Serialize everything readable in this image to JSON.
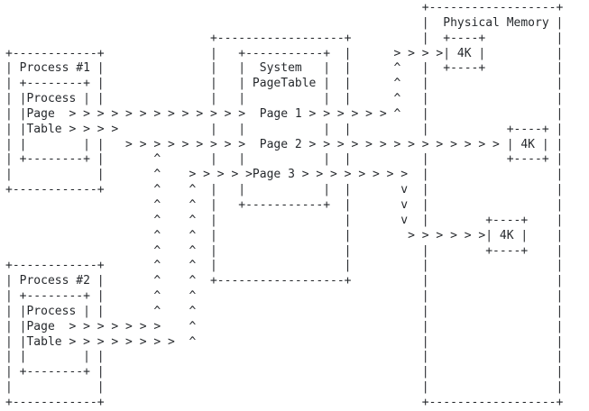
{
  "colors": {
    "text": "#26292d",
    "background": "#ffffff"
  },
  "diagram": {
    "description_labels": {
      "process_1_box": "Process #1",
      "process_2_box": "Process #2",
      "process_inner_box_lines": [
        "Process",
        "Page",
        "Table"
      ],
      "system_box_lines": [
        "System",
        "PageTable"
      ],
      "system_page_entries": [
        "Page 1",
        "Page 2",
        "Page 3"
      ],
      "physical_memory_box": "Physical Memory",
      "memory_frames": [
        "4K",
        "4K",
        "4K"
      ]
    },
    "lines": [
      "                                                           +------------------+",
      "                                                           |  Physical Memory |",
      "                             +------------------+          |  +----+          |",
      "+------------+               |   +-----------+  |      > > > >| 4K |          |",
      "| Process #1 |               |   |  System   |  |      ^   |  +----+          |",
      "| +--------+ |               |   | PageTable |  |      ^   |                  |",
      "| |Process | |               |   |           |  |      ^   |                  |",
      "| |Page  > > > > > > > > > > > > >  Page 1 > > > > > > ^   |                  |",
      "| |Table > > > >             |   |           |  |          |           +----+ |",
      "| |        | |   > > > > > > > > >  Page 2 > > > > > > > > > > > > > > | 4K | |",
      "| +--------+ |       ^       |   |           |  |          |           +----+ |",
      "|            |       ^    > > > > >Page 3 > > > > > > > >  |                  |",
      "+------------+       ^    ^  |   |           |  |       v  |                  |",
      "                     ^    ^  |   +-----------+  |       v  |                  |",
      "                     ^    ^  |                  |       v  |        +----+    |",
      "                     ^    ^  |                  |        > > > > > >| 4K |    |",
      "                     ^    ^  |                  |          |        +----+    |",
      "+------------+       ^    ^  |                  |          |                  |",
      "| Process #2 |       ^    ^  +------------------+          |                  |",
      "| +--------+ |       ^    ^                                |                  |",
      "| |Process | |       ^    ^                                |                  |",
      "| |Page  > > > > > > >    ^                                |                  |",
      "| |Table > > > > > > > >  ^                                |                  |",
      "| |        | |                                             |                  |",
      "| +--------+ |                                             |                  |",
      "|            |                                             |                  |",
      "+------------+                                             +------------------+"
    ]
  }
}
